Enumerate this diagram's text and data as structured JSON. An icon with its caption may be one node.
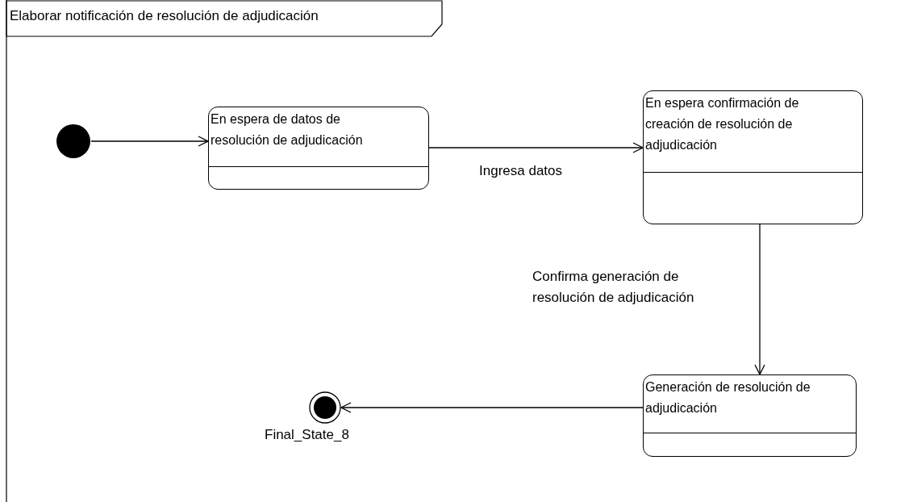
{
  "diagram": {
    "title": "Elaborar notificación de resolución de adjudicación",
    "nodes": [
      {
        "text": [],
        "shape": "circle"
      },
      {
        "text": [
          "En espera de datos de resolución de adjudicación"
        ]
      },
      {
        "text": [
          "En espera confirmación de creación de resolución de adjudicación"
        ]
      },
      {
        "text": [
          "Generación de resolución de adjudicación"
        ]
      },
      {
        "text": [],
        "shape": "circle",
        "beside": [
          "Final_State_8"
        ]
      }
    ],
    "edges": [
      {
        "from": 0,
        "to": 1,
        "arrow": "to"
      },
      {
        "from": 1,
        "to": 2,
        "arrow": "to",
        "label": "Ingresa datos"
      },
      {
        "from": 2,
        "to": 3,
        "arrow": "to",
        "label": "Confirma generación de resolución de adjudicación"
      },
      {
        "from": 3,
        "to": 4,
        "arrow": "to"
      }
    ]
  }
}
